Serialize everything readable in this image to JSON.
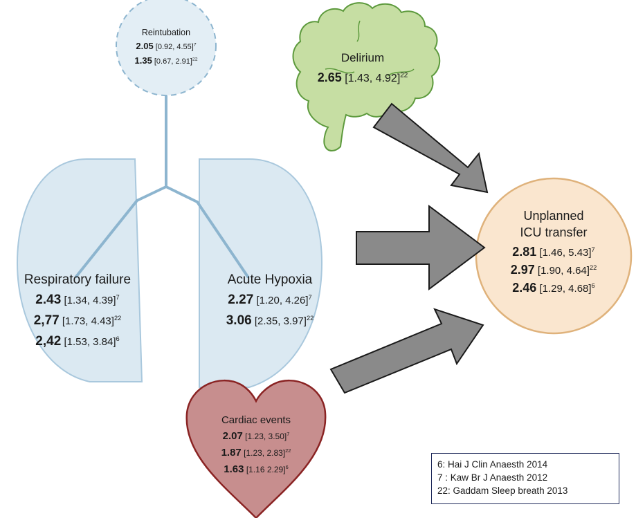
{
  "reintubation": {
    "title": "Reintubation",
    "rows": [
      {
        "value": "2.05",
        "ci": "[0.92, 4.55]",
        "ref": "7"
      },
      {
        "value": "1.35",
        "ci": "[0.67, 2.91]",
        "ref": "22"
      }
    ]
  },
  "delirium": {
    "title": "Delirium",
    "rows": [
      {
        "value": "2.65",
        "ci": "[1.43, 4.92]",
        "ref": "22"
      }
    ]
  },
  "respiratory_failure": {
    "title": "Respiratory failure",
    "rows": [
      {
        "value": "2.43",
        "ci": "[1.34, 4.39]",
        "ref": "7"
      },
      {
        "value": "2,77",
        "ci": "[1.73, 4.43]",
        "ref": "22"
      },
      {
        "value": "2,42",
        "ci": "[1.53, 3.84]",
        "ref": "6"
      }
    ]
  },
  "acute_hypoxia": {
    "title": "Acute Hypoxia",
    "rows": [
      {
        "value": "2.27",
        "ci": "[1.20, 4.26]",
        "ref": "7"
      },
      {
        "value": "3.06",
        "ci": "[2.35, 3.97]",
        "ref": "22"
      }
    ]
  },
  "cardiac_events": {
    "title": "Cardiac events",
    "rows": [
      {
        "value": "2.07",
        "ci": "[1.23, 3.50]",
        "ref": "7"
      },
      {
        "value": "1.87",
        "ci": "[1.23, 2.83]",
        "ref": "22"
      },
      {
        "value": "1.63",
        "ci": "[1.16 2.29]",
        "ref": "6"
      }
    ]
  },
  "icu_transfer": {
    "title_line1": "Unplanned",
    "title_line2": "ICU transfer",
    "rows": [
      {
        "value": "2.81",
        "ci": "[1.46, 5.43]",
        "ref": "7"
      },
      {
        "value": "2.97",
        "ci": "[1.90, 4.64]",
        "ref": "22"
      },
      {
        "value": "2.46",
        "ci": "[1.29, 4.68]",
        "ref": "6"
      }
    ]
  },
  "legend": {
    "items": [
      "6: Hai J Clin Anaesth 2014",
      "7 : Kaw Br J Anaesth 2012",
      "22: Gaddam Sleep breath 2013"
    ]
  },
  "colors": {
    "lung_fill": "#dbe9f2",
    "lung_stroke": "#a9c8dd",
    "trachea": "#8db5cf",
    "reintubation_fill": "#e3eef5",
    "reintubation_stroke": "#8db5cf",
    "brain_fill": "#c6dea3",
    "brain_stroke": "#5d9a3d",
    "heart_fill": "#c78e8e",
    "heart_stroke": "#8a2323",
    "icu_fill": "#fae6cf",
    "icu_stroke": "#dfb27b",
    "arrow_fill": "#8a8a8a",
    "arrow_stroke": "#1a1a1a"
  }
}
